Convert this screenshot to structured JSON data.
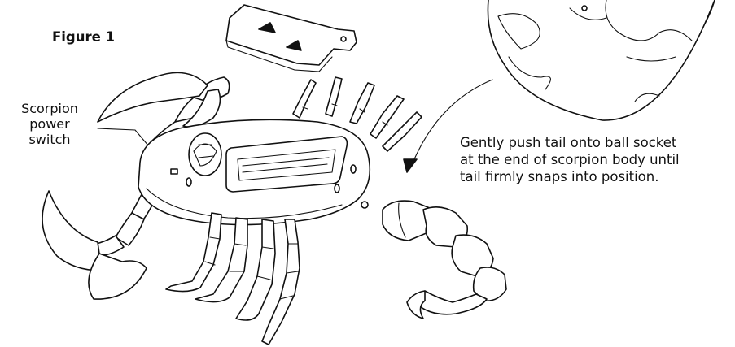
{
  "figure": {
    "title": "Figure 1"
  },
  "labels": {
    "power_switch": [
      "Scorpion",
      "power",
      "switch"
    ],
    "instruction": [
      "Gently push tail onto ball socket",
      "at the end of scorpion body until",
      "tail firmly snaps into position."
    ]
  },
  "icons": {
    "battery_cover": "battery-cover",
    "scorpion_body": "scorpion-body",
    "scorpion_tail": "scorpion-tail",
    "detail_circle": "magnified-detail",
    "arrow": "curved-arrow"
  }
}
